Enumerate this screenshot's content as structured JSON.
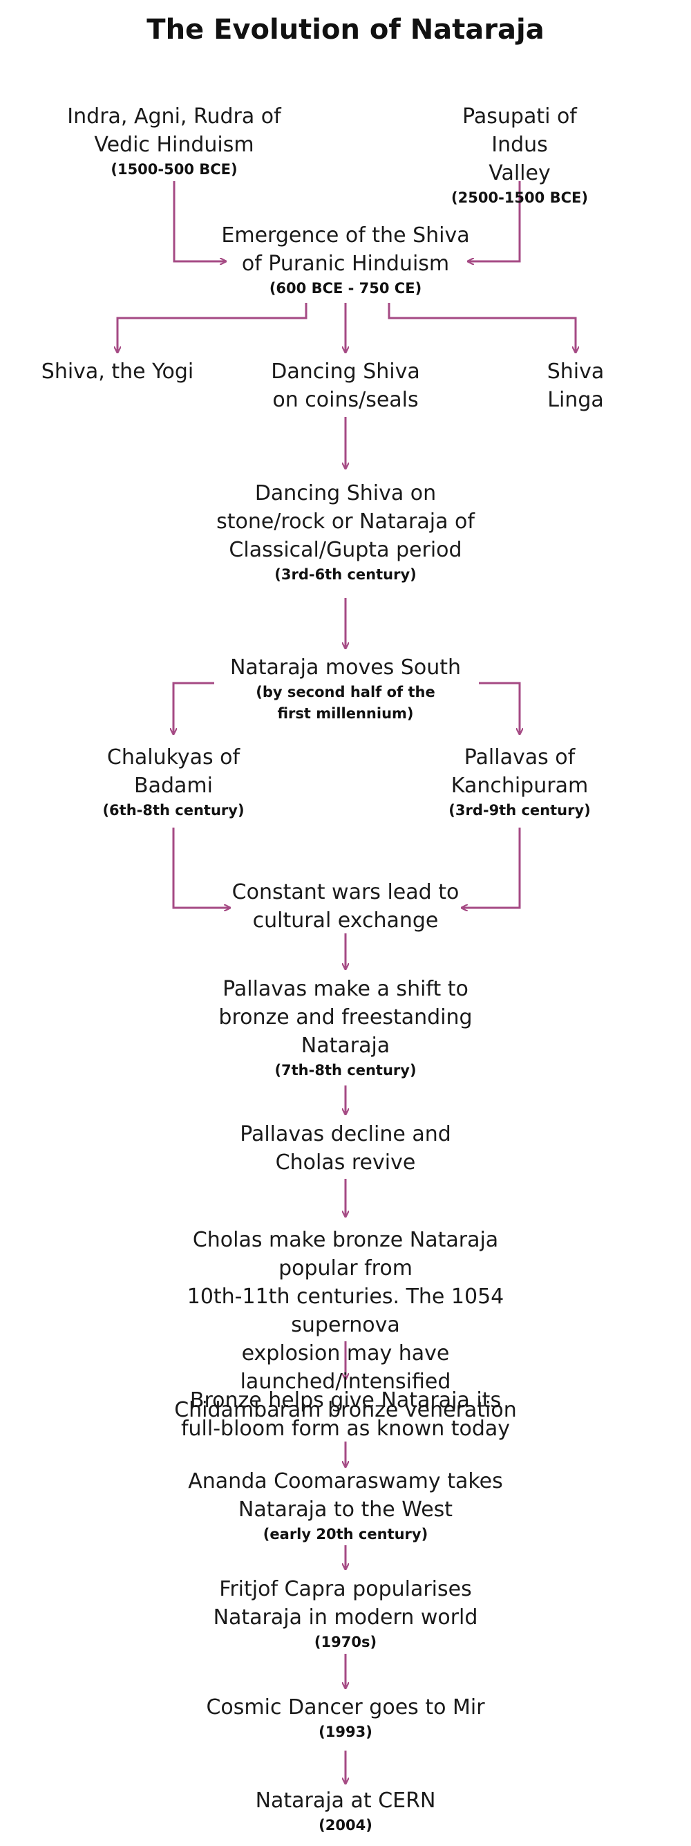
{
  "title": "The Evolution of Nataraja",
  "colors": {
    "arrow": "#A54A84",
    "text": "#1a1a1a"
  },
  "nodes": {
    "vedic": {
      "label": "Indra, Agni, Rudra of\nVedic Hinduism",
      "sub": "(1500-500 BCE)"
    },
    "pasupati": {
      "label": "Pasupati of Indus\nValley",
      "sub": "(2500-1500 BCE)"
    },
    "emergence": {
      "label": "Emergence of the Shiva\nof Puranic Hinduism",
      "sub": "(600 BCE - 750 CE)"
    },
    "yogi": {
      "label": "Shiva, the Yogi",
      "sub": ""
    },
    "coins": {
      "label": "Dancing Shiva\non coins/seals",
      "sub": ""
    },
    "linga": {
      "label": "Shiva Linga",
      "sub": ""
    },
    "stone": {
      "label": "Dancing Shiva on\nstone/rock or Nataraja of\nClassical/Gupta period",
      "sub": "(3rd-6th century)"
    },
    "south": {
      "label": "Nataraja moves South",
      "sub": "(by second half of the\nfirst millennium)"
    },
    "chalukyas": {
      "label": "Chalukyas of\nBadami",
      "sub": "(6th-8th century)"
    },
    "pallavas": {
      "label": "Pallavas of\nKanchipuram",
      "sub": "(3rd-9th century)"
    },
    "wars": {
      "label": "Constant wars lead to\ncultural exchange",
      "sub": ""
    },
    "bronze_shift": {
      "label": "Pallavas make a shift to\nbronze and freestanding\nNataraja",
      "sub": "(7th-8th century)"
    },
    "decline": {
      "label": "Pallavas decline and\nCholas revive",
      "sub": ""
    },
    "cholas": {
      "label": "Cholas make bronze Nataraja popular from\n10th-11th centuries. The 1054 supernova\nexplosion may have launched/intensified\nChidambaram bronze veneration",
      "sub": ""
    },
    "fullbloom": {
      "label": "Bronze helps give Nataraja its\nfull-bloom form as known today",
      "sub": ""
    },
    "coomaraswamy": {
      "label": "Ananda Coomaraswamy takes\nNataraja to the West",
      "sub": "(early 20th century)"
    },
    "capra": {
      "label": "Fritjof Capra popularises\nNataraja in modern world",
      "sub": "(1970s)"
    },
    "mir": {
      "label": "Cosmic Dancer goes to Mir",
      "sub": "(1993)"
    },
    "cern": {
      "label": "Nataraja at CERN",
      "sub": "(2004)"
    }
  }
}
